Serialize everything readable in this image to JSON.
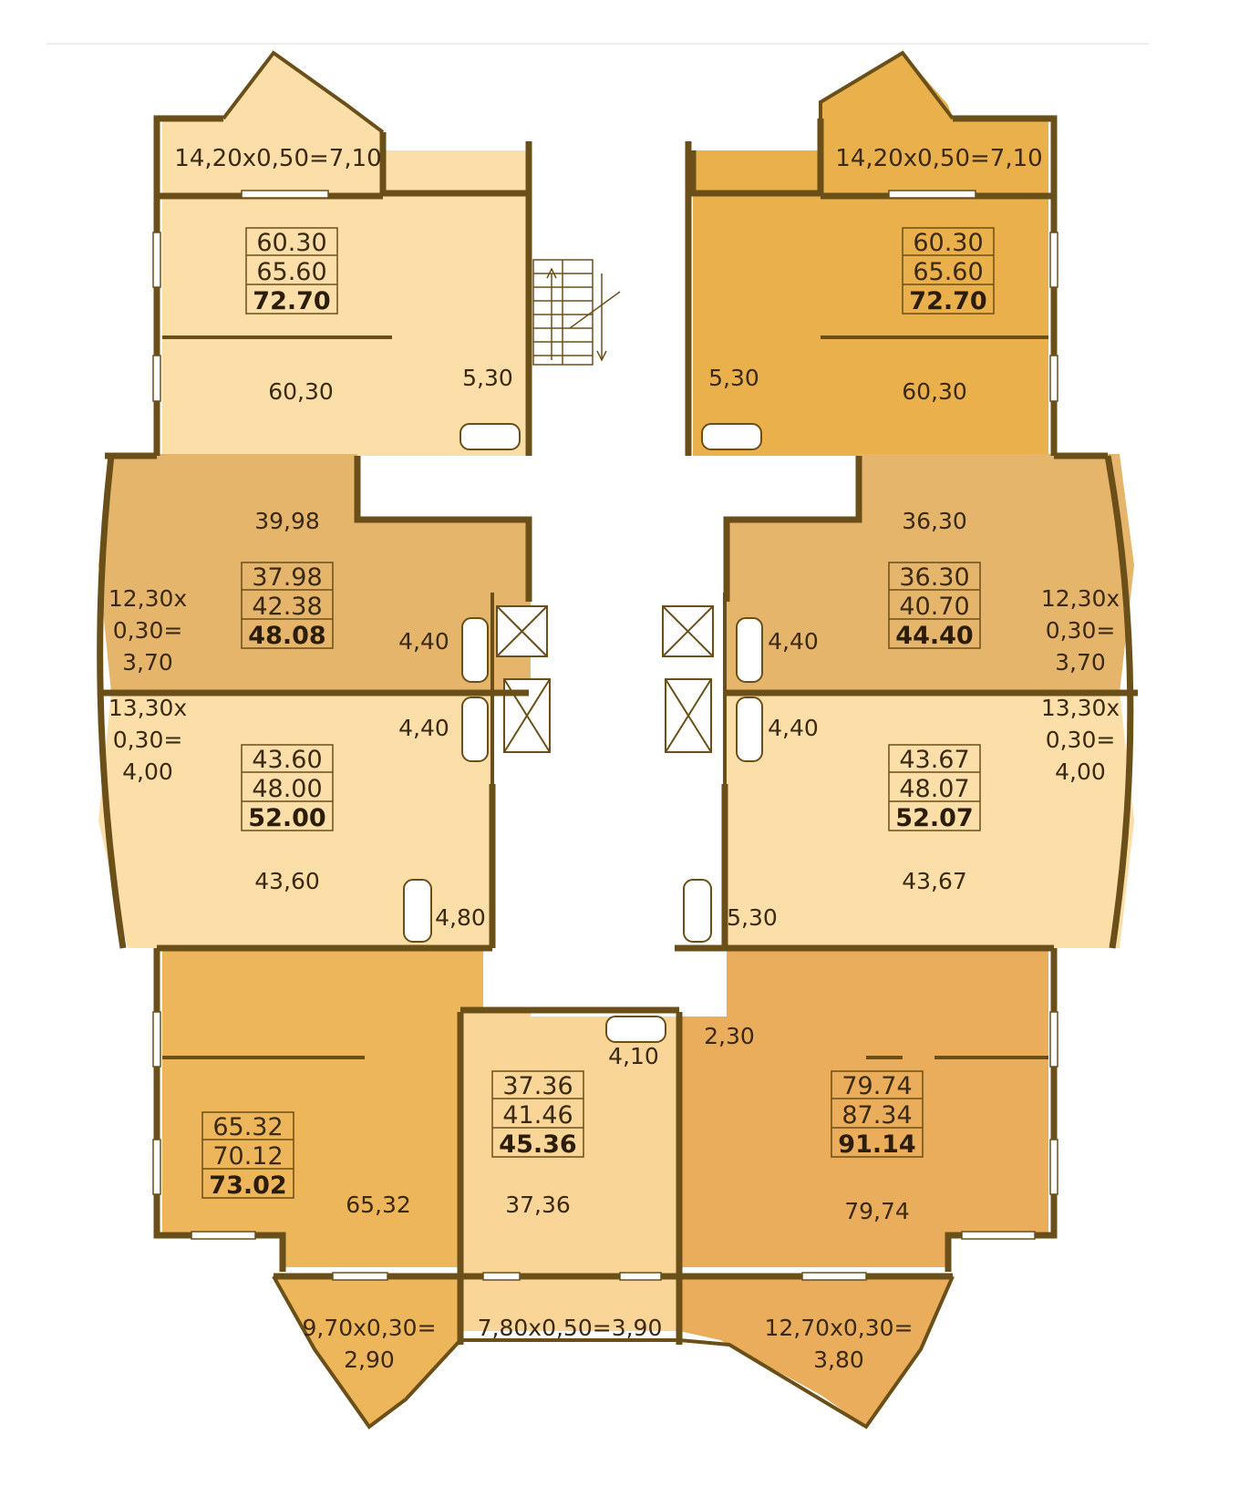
{
  "colors": {
    "wall": "#6b4f18",
    "light": "#fcdfa8",
    "pale": "#f9d697",
    "mid": "#e5b56c",
    "tan": "#e9ad5c",
    "orange": "#eab04b",
    "gold": "#edb65a",
    "corridor": "#ffffff"
  },
  "apartments": {
    "top_left": {
      "area_living": "60.30",
      "area_total": "65.60",
      "area_full": "72.70",
      "room": "60,30",
      "bath": "5,30",
      "balcony": "14,20x0,50=7,10"
    },
    "top_right": {
      "area_living": "60.30",
      "area_total": "65.60",
      "area_full": "72.70",
      "room": "60,30",
      "bath": "5,30",
      "balcony": "14,20x0,50=7,10"
    },
    "mid_left_upper": {
      "area_living": "37.98",
      "area_total": "42.38",
      "area_full": "48.08",
      "room": "39,98",
      "bath": "4,40",
      "balcony": [
        "12,30x",
        "0,30=",
        "3,70"
      ]
    },
    "mid_right_upper": {
      "area_living": "36.30",
      "area_total": "40.70",
      "area_full": "44.40",
      "room": "36,30",
      "bath": "4,40",
      "balcony": [
        "12,30x",
        "0,30=",
        "3,70"
      ]
    },
    "mid_left_lower": {
      "area_living": "43.60",
      "area_total": "48.00",
      "area_full": "52.00",
      "room": "43,60",
      "bath_a": "4,40",
      "bath_b": "4,80",
      "balcony": [
        "13,30x",
        "0,30=",
        "4,00"
      ]
    },
    "mid_right_lower": {
      "area_living": "43.67",
      "area_total": "48.07",
      "area_full": "52.07",
      "room": "43,67",
      "bath_a": "4,40",
      "bath_b": "5,30",
      "balcony": [
        "13,30x",
        "0,30=",
        "4,00"
      ]
    },
    "bottom_left": {
      "area_living": "65.32",
      "area_total": "70.12",
      "area_full": "73.02",
      "room": "65,32",
      "balcony": [
        "9,70x0,30=",
        "2,90"
      ]
    },
    "bottom_center": {
      "area_living": "37.36",
      "area_total": "41.46",
      "area_full": "45.36",
      "room": "37,36",
      "bath": "4,10",
      "balcony": "7,80x0,50=3,90"
    },
    "bottom_right": {
      "area_living": "79.74",
      "area_total": "87.34",
      "area_full": "91.14",
      "room": "79,74",
      "bath": "2,30",
      "balcony": [
        "12,70x0,30=",
        "3,80"
      ]
    }
  }
}
